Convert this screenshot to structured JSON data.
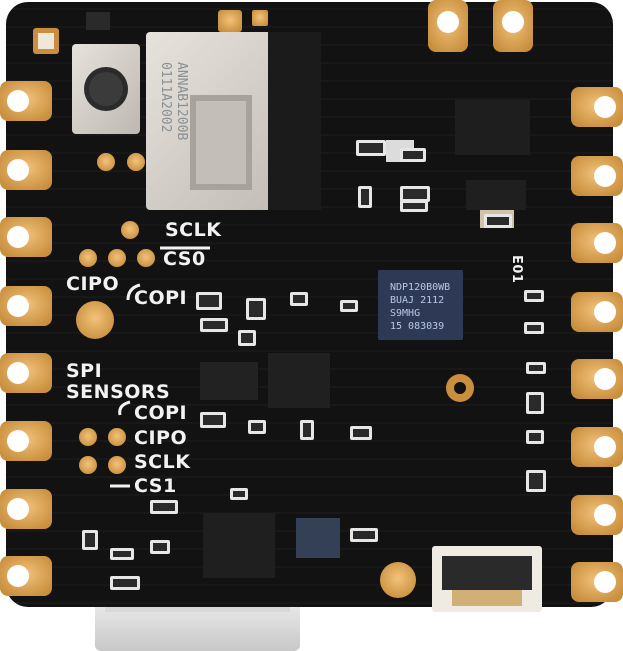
{
  "image": {
    "subject": "board-photo",
    "colors": {
      "pcb": "#121212",
      "gold": "#e2aa55",
      "gold_dark": "#b27e35",
      "silkscreen": "#f2f2f2",
      "module_shield": "#d4d0ca",
      "npu_chip": "#2e3a55"
    }
  },
  "silkscreen": {
    "sclk_top": "SCLK",
    "cs0": "CS0",
    "cipo_top": "CIPO",
    "copi_top": "COPI",
    "spi": "SPI",
    "sensors": "SENSORS",
    "copi_bottom": "COPI",
    "cipo_bottom": "CIPO",
    "sclk_bottom": "SCLK",
    "cs1": "CS1",
    "edge_mark": "E01"
  },
  "module": {
    "line1": "ANNAB1200B",
    "line2": "0111A2002"
  },
  "npu": {
    "line1": "NDP120B0WB",
    "line2": "BUAJ 2112",
    "line3": "S9MHG",
    "line4": "15 083039"
  }
}
